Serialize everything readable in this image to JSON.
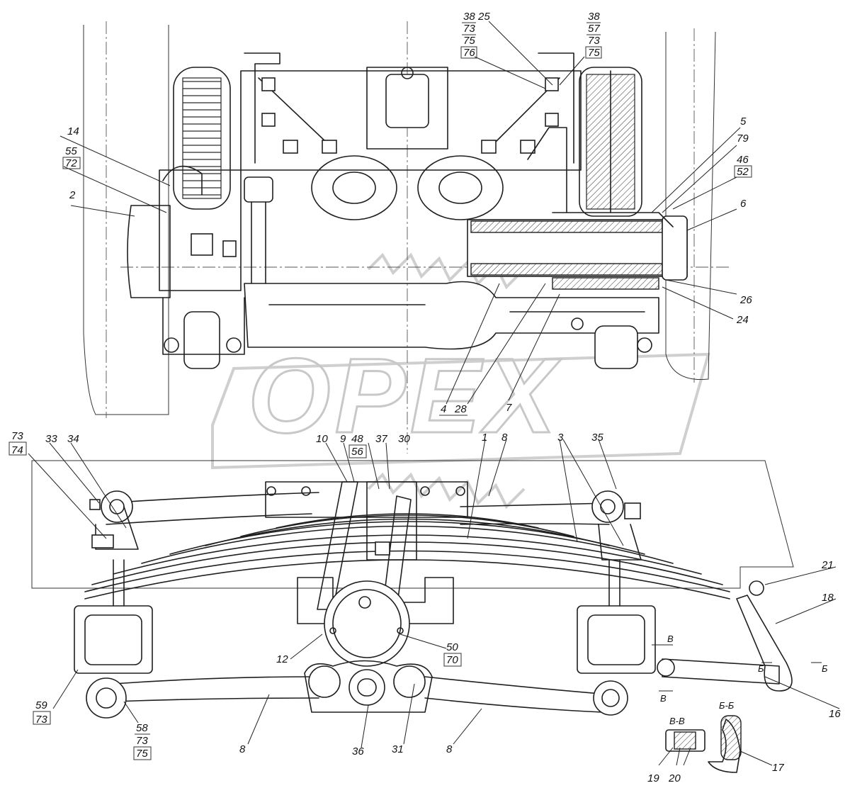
{
  "watermark": {
    "brand": "OPEX"
  },
  "callouts": {
    "upper": {
      "c38a": "38",
      "c73a": "73",
      "c75a": "75",
      "c76": "76",
      "c25": "25",
      "c38b": "38",
      "c57": "57",
      "c73b": "73",
      "c75b": "75",
      "c14": "14",
      "c55": "55",
      "c72": "72",
      "c2": "2",
      "c5": "5",
      "c79": "79",
      "c46": "46",
      "c52": "52",
      "c6": "6",
      "c26": "26",
      "c24": "24",
      "c4": "4",
      "c28": "28",
      "c7": "7"
    },
    "lower": {
      "c73": "73",
      "c74": "74",
      "c33": "33",
      "c34": "34",
      "c10": "10",
      "c9": "9",
      "c48": "48",
      "c56": "56",
      "c37": "37",
      "c30": "30",
      "c1": "1",
      "c8a": "8",
      "c3": "3",
      "c35": "35",
      "c21": "21",
      "c18": "18",
      "c12": "12",
      "c50": "50",
      "c70": "70",
      "c16": "16",
      "c59": "59",
      "c73c": "73",
      "c58": "58",
      "c73d": "73",
      "c75": "75",
      "c8b": "8",
      "c36": "36",
      "c31": "31",
      "c8c": "8",
      "c19": "19",
      "c20": "20",
      "c17": "17"
    },
    "sections": {
      "vv": "В-В",
      "bb": "Б-Б",
      "mark_v1": "В",
      "mark_v2": "В",
      "mark_b1": "Б",
      "mark_b2": "Б"
    }
  }
}
